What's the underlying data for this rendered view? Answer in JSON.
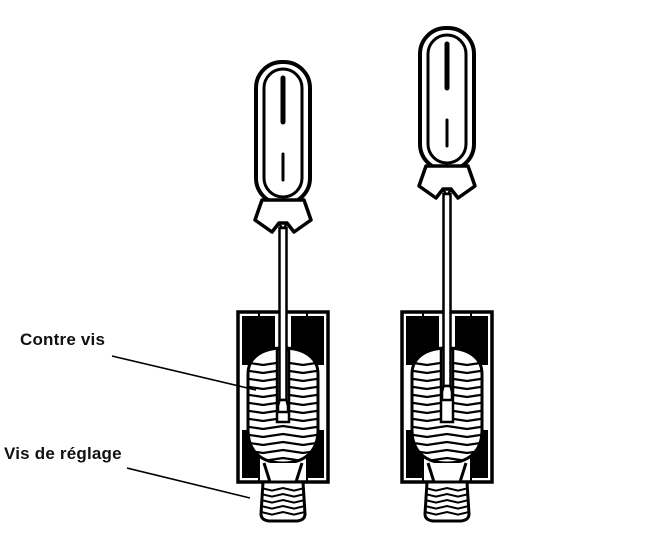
{
  "diagram": {
    "type": "technical-illustration",
    "subject": "screwdriver adjusting a lock screw and adjustment screw assembly (cross-section), two views",
    "labels": {
      "contre_vis": "Contre vis",
      "vis_de_reglage": "Vis de réglage"
    },
    "colors": {
      "line": "#000000",
      "background": "#ffffff",
      "label_text": "#111111"
    }
  }
}
